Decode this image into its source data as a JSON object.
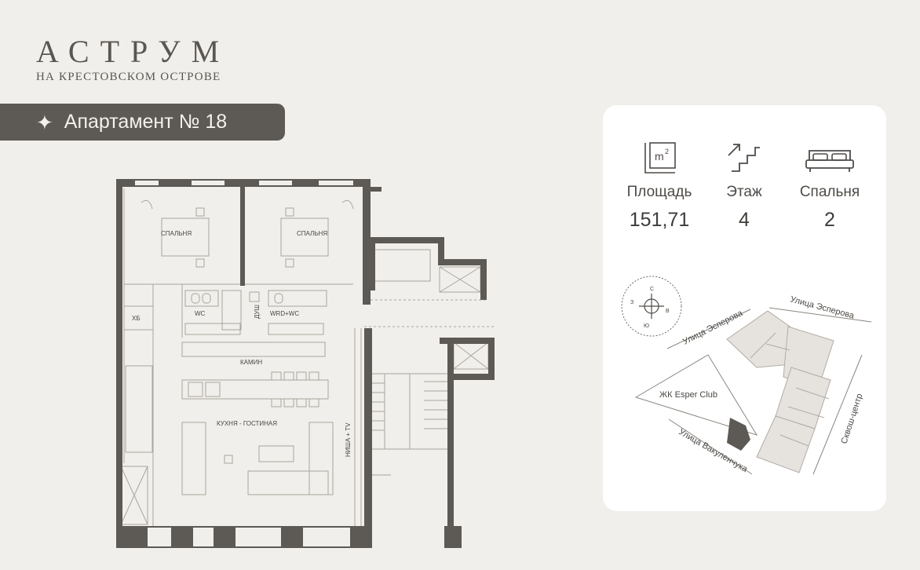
{
  "brand": {
    "title": "АСТРУМ",
    "subtitle": "НА КРЕСТОВСКОМ ОСТРОВЕ"
  },
  "apartment": {
    "label": "Апартамент № 18",
    "icon": "sparkle-icon"
  },
  "stats": [
    {
      "icon": "area-icon",
      "icon_text": "m²",
      "label": "Площадь",
      "value": "151,71"
    },
    {
      "icon": "stairs-icon",
      "label": "Этаж",
      "value": "4"
    },
    {
      "icon": "bed-icon",
      "label": "Спальня",
      "value": "2"
    }
  ],
  "compass": {
    "n": "С",
    "s": "Ю",
    "w": "З",
    "e": "В"
  },
  "map": {
    "street_top_left": "Улица Эсперова",
    "street_top_right": "Улица Эсперова",
    "complex": "ЖК Esper Club",
    "street_bottom": "Улица Вакуленчука",
    "squash": "Сквош-центр"
  },
  "plan": {
    "bedroom_left": "СПАЛЬНЯ",
    "bedroom_right": "СПАЛЬНЯ",
    "storage": "ХБ",
    "wc": "WC",
    "shower": "ДУШ",
    "wrd_wc": "WRD+WC",
    "fireplace": "КАМИН",
    "kitchen_living": "КУХНЯ - ГОСТИНАЯ",
    "tv_niche": "НИША + TV"
  },
  "colors": {
    "wall": "#5d5955",
    "line": "#a9a49d",
    "background": "#f1efeb",
    "card": "#ffffff"
  }
}
